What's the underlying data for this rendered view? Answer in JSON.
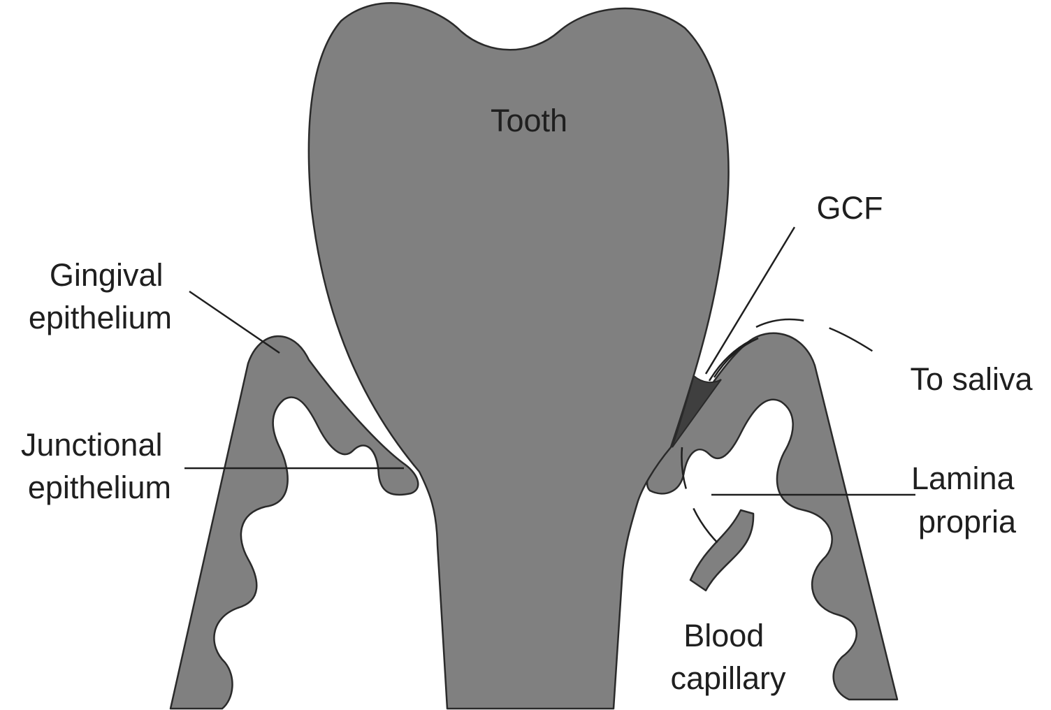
{
  "labels": {
    "tooth": "Tooth",
    "gcf": "GCF",
    "gingival_epithelium": [
      "Gingival",
      "epithelium"
    ],
    "junctional_epithelium": [
      "Junctional",
      "epithelium"
    ],
    "to_saliva": "To saliva",
    "lamina_propria": [
      "Lamina",
      "propria"
    ],
    "blood_capillary": [
      "Blood",
      "capillary"
    ]
  },
  "colors": {
    "tissue_fill": "#808080",
    "gcf_fill": "#3f3f3f",
    "outline": "#2a2a2a",
    "background": "#ffffff"
  }
}
